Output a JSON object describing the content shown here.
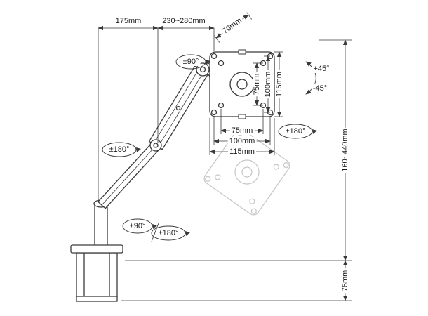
{
  "diagram": {
    "colors": {
      "line": "#3a3a3a",
      "ghost": "#c5c5c5",
      "background": "#ffffff",
      "label_text": "#1c1c1c"
    },
    "labels": {
      "dim_175": "175mm",
      "dim_reach": "230~280mm",
      "dim_70": "70mm",
      "rot_top_joint": "±90°",
      "rot_arm_joint": "±180°",
      "rot_base_swivel": "±90°",
      "rot_base_spin": "±180°",
      "rot_plate": "±180°",
      "tilt_up": "+45°",
      "tilt_down": "-45°",
      "vesa_vertical": [
        "75mm",
        "100mm",
        "115mm"
      ],
      "vesa_horizontal": [
        "75mm",
        "100mm",
        "115mm"
      ],
      "dim_height_range": "160~440mm",
      "dim_clamp_height": "76mm"
    }
  }
}
